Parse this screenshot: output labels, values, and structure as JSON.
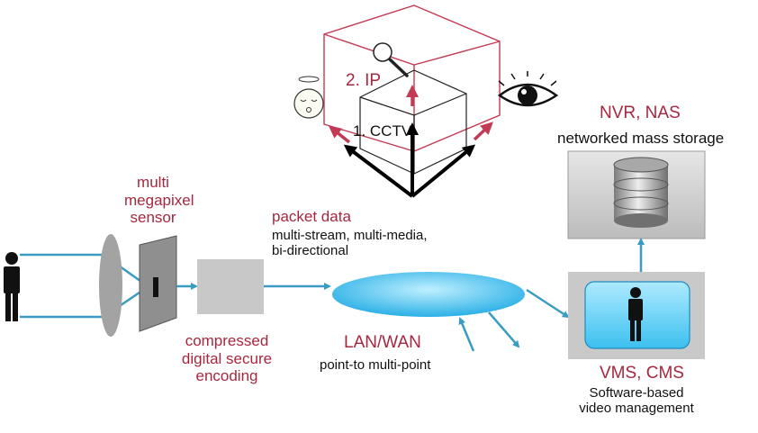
{
  "labels": {
    "ip": "2. IP",
    "cctv": "1. CCTV",
    "sensor": [
      "multi",
      "megapixel",
      "sensor"
    ],
    "packet_title": "packet data",
    "packet_desc": [
      "multi-stream, multi-media,",
      "bi-directional"
    ],
    "encoding": [
      "compressed",
      "digital secure",
      "encoding"
    ],
    "lanwan_title": "LAN/WAN",
    "lanwan_desc": "point-to multi-point",
    "nvr_title": "NVR, NAS",
    "nvr_desc": "networked mass storage",
    "vms_title": "VMS, CMS",
    "vms_desc": [
      "Software-based",
      "video management"
    ]
  },
  "colors": {
    "accent_red": "#a6283f",
    "arrow_blue": "#3a9cc0",
    "cube_red": "#c33a55",
    "gray_box": "#c8c8c8",
    "cloud_blue": "#2bb0e6"
  },
  "icons": [
    "person-icon",
    "lens-icon",
    "sensor-chip-icon",
    "encoder-box-icon",
    "network-cloud-icon",
    "storage-database-icon",
    "operator-person-icon",
    "halo-face-icon",
    "magnifier-icon",
    "eye-icon"
  ]
}
